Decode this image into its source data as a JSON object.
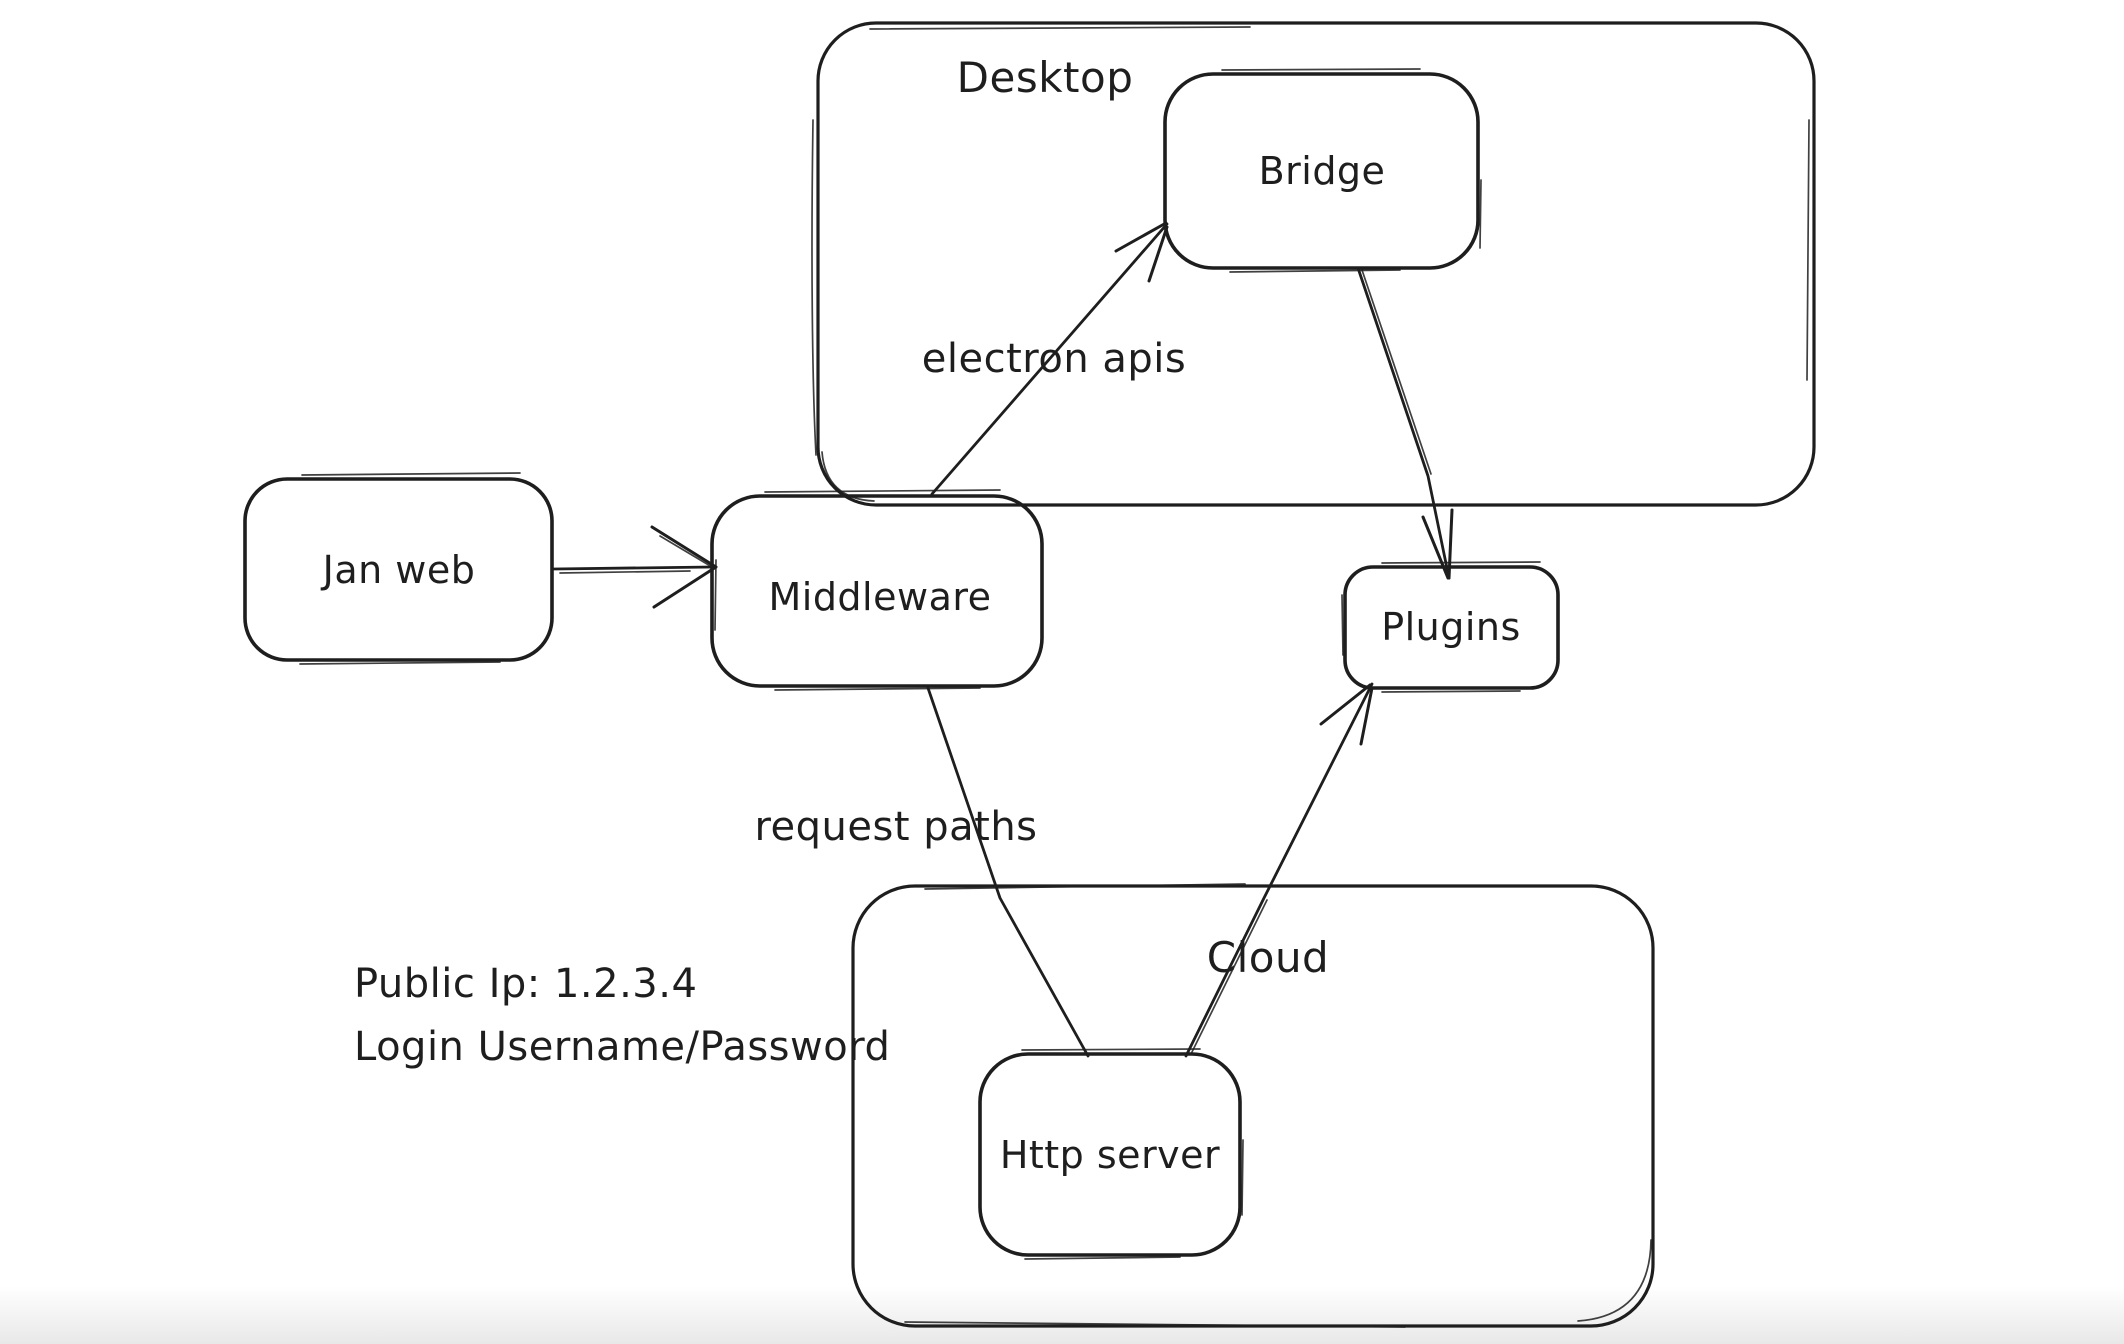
{
  "diagram": {
    "background_color": "#ffffff",
    "stroke_color": "#1e1e1e",
    "containers": {
      "desktop": {
        "label": "Desktop"
      },
      "cloud": {
        "label": "Cloud"
      }
    },
    "nodes": {
      "jan_web": {
        "label": "Jan web"
      },
      "middleware": {
        "label": "Middleware"
      },
      "bridge": {
        "label": "Bridge"
      },
      "plugins": {
        "label": "Plugins"
      },
      "http_server": {
        "label": "Http server"
      }
    },
    "edges": [
      {
        "from": "Jan web",
        "to": "Middleware",
        "label": ""
      },
      {
        "from": "Middleware",
        "to": "Bridge",
        "label": "electron apis"
      },
      {
        "from": "Bridge",
        "to": "Plugins",
        "label": ""
      },
      {
        "from": "Middleware",
        "to": "Http server",
        "label": "request paths"
      },
      {
        "from": "Http server",
        "to": "Plugins",
        "label": ""
      }
    ],
    "notes": {
      "line1": "Public Ip: 1.2.3.4",
      "line2": "Login Username/Password"
    }
  }
}
